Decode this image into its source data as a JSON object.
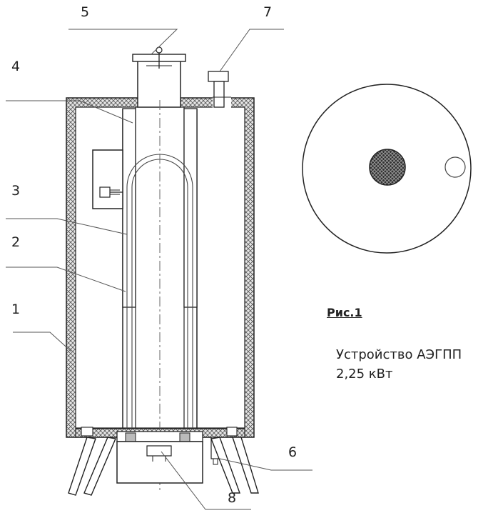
{
  "figure": {
    "title": "Рис.1",
    "caption_line1": "Устройство АЭГПП",
    "caption_line2": "2,25 кВт"
  },
  "callouts": {
    "c1": "1",
    "c2": "2",
    "c3": "3",
    "c4": "4",
    "c5": "5",
    "c6": "6",
    "c7": "7",
    "c8": "8"
  }
}
